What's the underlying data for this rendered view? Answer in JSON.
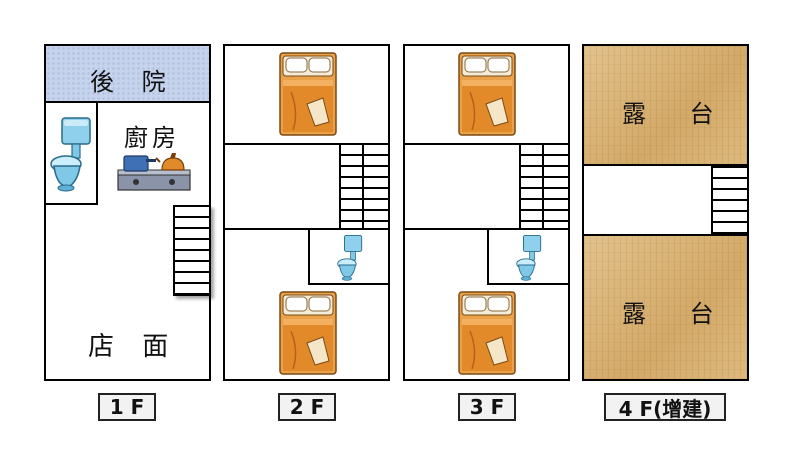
{
  "floor_1": {
    "backyard_label": "後 院",
    "kitchen_label": "廚房",
    "storefront_label": "店 面",
    "floor_label": "1 F"
  },
  "floor_2": {
    "floor_label": "2 F"
  },
  "floor_3": {
    "floor_label": "3 F"
  },
  "floor_4": {
    "terrace_top_label": "露 台",
    "terrace_bottom_label": "露 台",
    "floor_label": "4 F(增建)"
  },
  "colors": {
    "backyard_fill": "#c5d3ec",
    "terrace_fill": "#d9b57c",
    "bed_frame": "#d98a2b",
    "toilet_blue": "#7fc8e8"
  },
  "icons": [
    "toilet-icon",
    "stove-icon",
    "bed-icon",
    "stairs-icon"
  ]
}
